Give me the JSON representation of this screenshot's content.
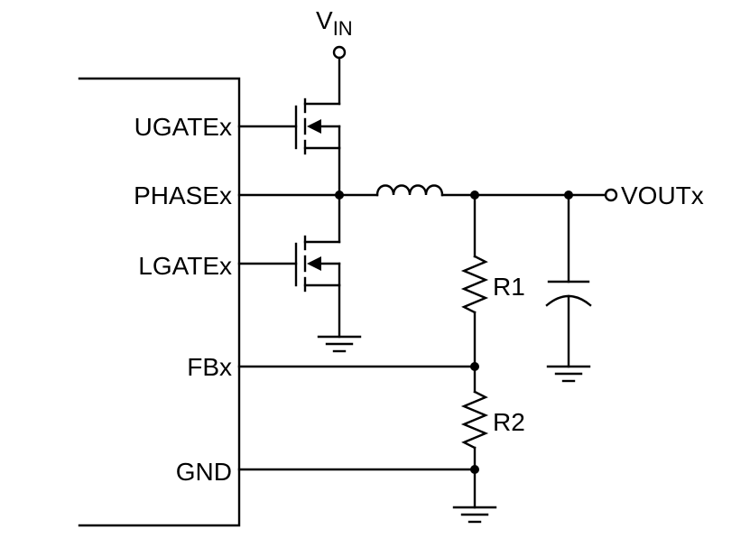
{
  "labels": {
    "vin_main": "V",
    "vin_sub": "IN",
    "ugate": "UGATEx",
    "phase": "PHASEx",
    "lgate": "LGATEx",
    "fb": "FBx",
    "gnd": "GND",
    "vout": "VOUTx",
    "r1": "R1",
    "r2": "R2"
  }
}
